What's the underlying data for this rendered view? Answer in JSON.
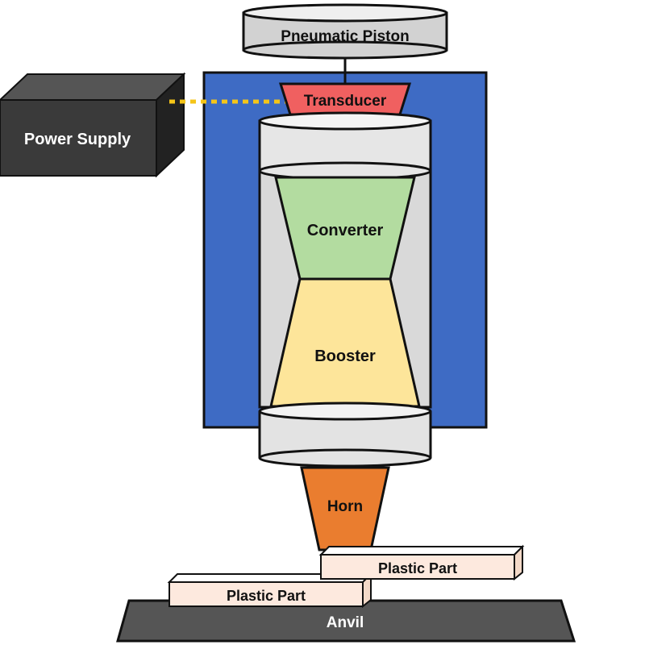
{
  "labels": {
    "pneumatic_piston": "Pneumatic Piston",
    "transducer": "Transducer",
    "power_supply": "Power Supply",
    "converter": "Converter",
    "booster": "Booster",
    "horn": "Horn",
    "plastic_part_top": "Plastic Part",
    "plastic_part_bottom": "Plastic Part",
    "anvil": "Anvil"
  },
  "colors": {
    "housing": "#3e6bc4",
    "transducer": "#f06060",
    "converter": "#b3dca0",
    "booster": "#fde59a",
    "horn": "#ea7d2f",
    "power_supply": "#333333",
    "connector": "#f5c518",
    "cylinder": "#e3e3e3",
    "plastic_part": "#fde9de",
    "anvil": "#555555",
    "outline": "#111111"
  }
}
